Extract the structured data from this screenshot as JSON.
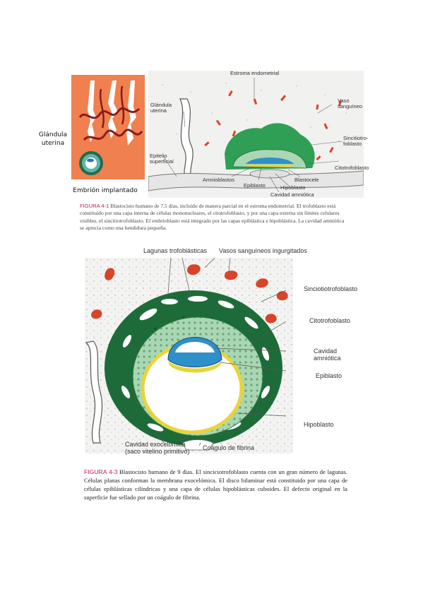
{
  "figure1": {
    "inset_label_line1": "Glándula",
    "inset_label_line2": "uterina",
    "inset_caption": "Embrión implantado",
    "labels": {
      "estroma": "Estroma endometrial",
      "glandula_l1": "Glándula",
      "glandula_l2": "uterina",
      "epitelio_l1": "Epitelio",
      "epitelio_l2": "superficial",
      "vaso_l1": "Vaso",
      "vaso_l2": "sanguíneo",
      "sincitio_l1": "Sincitiotro-",
      "sincitio_l2": "foblasto",
      "citotrofoblasto": "Citotrofoblasto",
      "amnioblastos": "Amnioblastos",
      "epiblasto": "Epiblasto",
      "blastocele": "Blastocele",
      "hipoblasto": "Hipoblasto",
      "cavidad_amniotica": "Cavidad amniótica"
    },
    "caption_fig": "FIGURA 4-1",
    "caption_text": "Blastocisto humano de 7.5 días, incluido de manera parcial en el estroma endometrial. El trofoblasto está constituido por una capa interna de células mononucleares, el citotrofoblasto, y por una capa externa sin límites celulares visibles, el sincitiotrofoblasto. El embrioblasto está integrado por las capas epiblástica e hipoblástica. La cavidad amniótica se aprecia como una hendidura pequeña."
  },
  "figure2": {
    "labels": {
      "lagunas": "Lagunas trofoblásticas",
      "vasos": "Vasos sanguíneos ingurgitados",
      "sincitio": "Sinciotiotrofoblasto",
      "citotrofoblasto": "Citotrofoblasto",
      "cavidad_l1": "Cavidad",
      "cavidad_l2": "amniótica",
      "epiblasto": "Epiblasto",
      "hipoblasto": "Hipoblasto",
      "exocel_l1": "Cavidad exocelómica",
      "exocel_l2": "(saco vitelino primitivo)",
      "coagulo": "Coágulo de fibrina"
    },
    "caption_fig": "FIGURA 4-3",
    "caption_text": "Blastocisto humano de 9 días. El sinciciotrofoblasto cuenta con un gran número de lagunas. Células planas conforman la membrana exocelómica. El disco bilaminar está constituido por una capa de células epiblásticas cilíndricas y una capa de células hipoblásticas cuboides. El defecto original en la superficie fue sellado por un coágulo de fibrina."
  },
  "colors": {
    "caption_fig": "#c2185b",
    "syncytio_dark": "#1e6b3a",
    "syncytio_light": "#3aa860",
    "cytotroph": "#a9d7b4",
    "epiblast": "#2f8fc9",
    "hypoblast": "#e8d43a",
    "vessels": "#d8442a",
    "inset_bg": "#f07a4a"
  }
}
